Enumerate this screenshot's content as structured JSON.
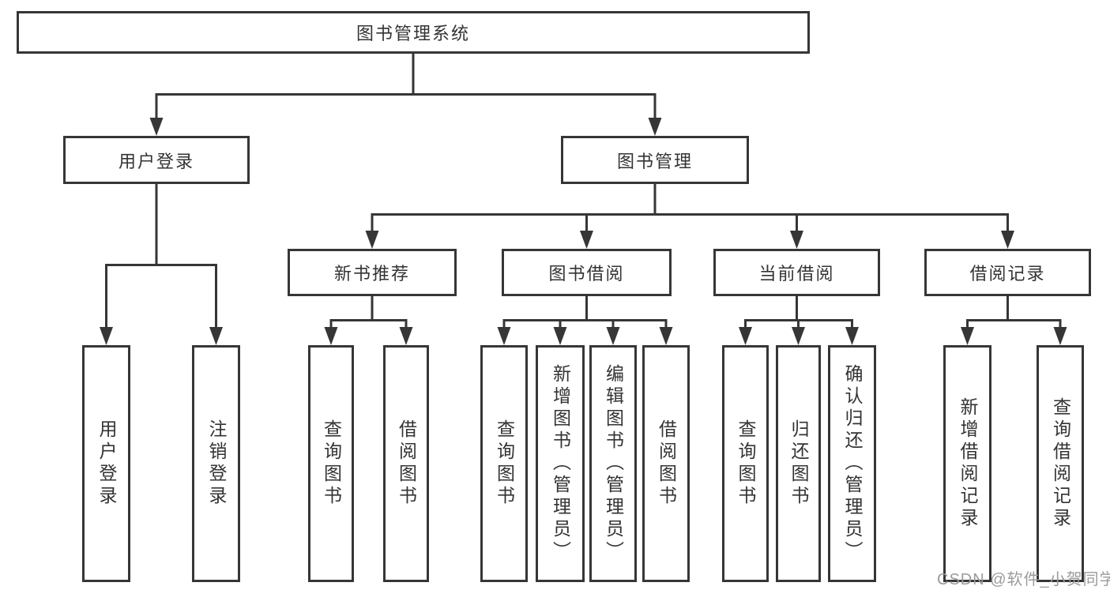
{
  "diagram": {
    "title": "图书管理系统",
    "level2": {
      "user_login": "用户登录",
      "book_management": "图书管理"
    },
    "level3": {
      "new_book_recommend": "新书推荐",
      "book_borrow": "图书借阅",
      "current_borrow": "当前借阅",
      "borrow_record": "借阅记录"
    },
    "leaves": {
      "user_login": "用户登录",
      "logout": "注销登录",
      "recommend_query_book": "查询图书",
      "recommend_borrow_book": "借阅图书",
      "borrow_query_book": "查询图书",
      "borrow_add_book": "新增图书（管理员）",
      "borrow_edit_book": "编辑图书（管理员）",
      "borrow_borrow_book": "借阅图书",
      "current_query_book": "查询图书",
      "current_return_book": "归还图书",
      "current_confirm_return": "确认归还（管理员）",
      "record_add": "新增借阅记录",
      "record_query": "查询借阅记录"
    }
  },
  "watermark": "CSDN @软件_小贺同学",
  "colors": {
    "line": "#363636",
    "text": "#333333",
    "background": "#ffffff",
    "watermark": "#9b9b9b"
  }
}
